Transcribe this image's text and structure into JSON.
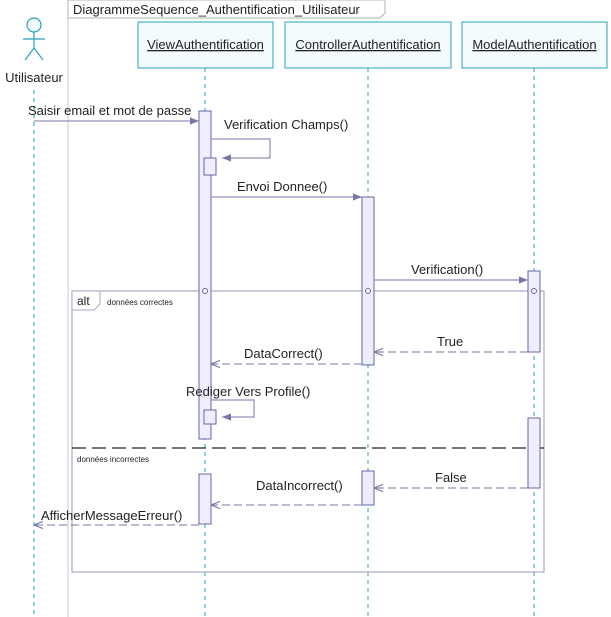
{
  "diagram": {
    "title": "DiagrammeSequence_Authentification_Utilisateur",
    "actor": {
      "label": "Utilisateur"
    },
    "lifelines": [
      {
        "label": "ViewAuthentification"
      },
      {
        "label": "ControllerAuthentification"
      },
      {
        "label": "ModelAuthentification"
      }
    ],
    "messages": [
      {
        "label": "Saisir email et mot de passe",
        "kind": "sync"
      },
      {
        "label": "Verification Champs()",
        "kind": "self"
      },
      {
        "label": "Envoi Donnee()",
        "kind": "sync"
      },
      {
        "label": "Verification()",
        "kind": "sync"
      },
      {
        "label": "True",
        "kind": "return"
      },
      {
        "label": "DataCorrect()",
        "kind": "return"
      },
      {
        "label": "Rediger Vers Profile()",
        "kind": "self"
      },
      {
        "label": "False",
        "kind": "return"
      },
      {
        "label": "DataIncorrect()",
        "kind": "return"
      },
      {
        "label": "AfficherMessageErreur()",
        "kind": "return"
      }
    ],
    "fragment": {
      "operator": "alt",
      "guards": [
        "données correctes",
        "données incorrectes"
      ]
    }
  },
  "colors": {
    "line": "#7777aa",
    "box_border": "#2aa0c0",
    "box_fill": "#f4fbff",
    "activation_fill": "#eeeeff",
    "text": "#222222"
  }
}
